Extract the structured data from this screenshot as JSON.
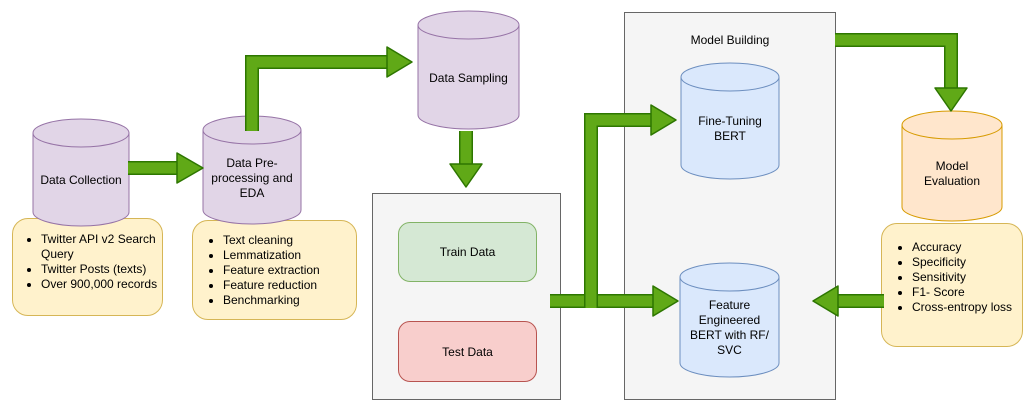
{
  "colors": {
    "purple": {
      "fill": "#E1D5E7",
      "stroke": "#9673A6"
    },
    "blue": {
      "fill": "#DAE8FC",
      "stroke": "#6C8EBF"
    },
    "orange": {
      "fill": "#FFE6CC",
      "stroke": "#D79B00"
    },
    "yellow": {
      "fill": "#FFF2CC",
      "stroke": "#D6B656"
    },
    "greenbox": {
      "fill": "#D5E8D4",
      "stroke": "#82B366"
    },
    "redbox": {
      "fill": "#F8CECC",
      "stroke": "#B85450"
    },
    "container": {
      "fill": "#F5F5F5",
      "stroke": "#666666"
    },
    "arrow": {
      "fill": "#60A917",
      "stroke": "#2D7600"
    }
  },
  "diagram": {
    "data_collection": {
      "label": "Data Collection",
      "note": [
        "Twitter API v2 Search Query",
        "Twitter Posts (texts)",
        "Over 900,000 records"
      ]
    },
    "preprocessing": {
      "label": "Data Pre-processing and EDA",
      "note": [
        "Text cleaning",
        "Lemmatization",
        "Feature extraction",
        "Feature reduction",
        "Benchmarking"
      ]
    },
    "data_sampling": {
      "label": "Data Sampling"
    },
    "split": {
      "train_label": "Train Data",
      "test_label": "Test Data"
    },
    "model_building": {
      "title": "Model Building",
      "fine_tuning_label": "Fine-Tuning BERT",
      "feature_engineered_label": "Feature Engineered BERT with RF/ SVC"
    },
    "evaluation": {
      "label": "Model Evaluation",
      "note": [
        "Accuracy",
        "Specificity",
        "Sensitivity",
        "F1- Score",
        "Cross-entropy loss"
      ]
    }
  }
}
